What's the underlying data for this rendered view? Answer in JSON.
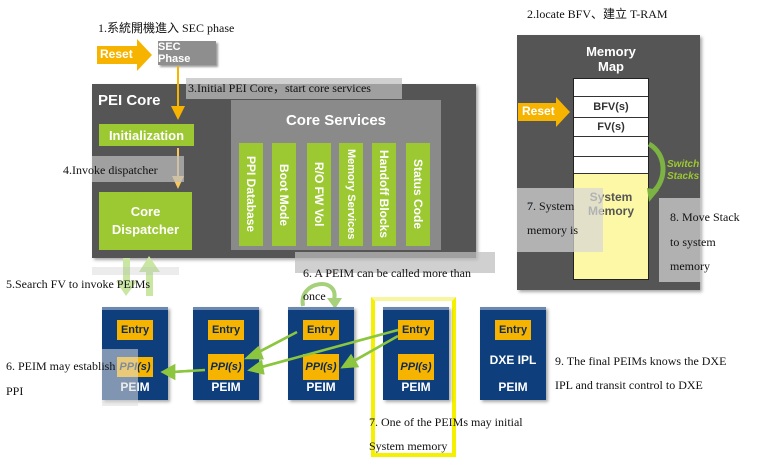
{
  "notes": {
    "n1": "1.系統開機進入 SEC  phase",
    "n2": "2.locate BFV、建立 T-RAM",
    "n3": "3.Initial PEI Core，start core services",
    "n4": "4.Invoke dispatcher",
    "n5": "5.Search FV  to invoke PEIMs",
    "n6a_line1": "6. A PEIM can be called more than",
    "n6a_line2": "once",
    "n6b_line1": "6. PEIM may establish",
    "n6b_line2": "PPI",
    "n7a_line1": "7. System",
    "n7a_line2": "memory is",
    "n7b_line1": "7. One  of the PEIMs may initial",
    "n7b_line2": "System  memory",
    "n8_line1": "8. Move Stack",
    "n8_line2": "to system",
    "n8_line3": "memory",
    "n9_line1": "9. The final PEIMs knows the DXE",
    "n9_line2": "IPL  and transit control to DXE"
  },
  "top": {
    "reset_label": "Reset",
    "sec_phase_label": "SEC Phase"
  },
  "pei_core": {
    "title": "PEI Core",
    "initialization_label": "Initialization",
    "dispatcher_line1": "Core",
    "dispatcher_line2": "Dispatcher",
    "core_services": {
      "title": "Core Services",
      "items": [
        "PPI  Database",
        "Boot  Mode",
        "R/O FW Vol",
        "Memory  Services",
        "Handoff  Blocks",
        "Status  Code"
      ]
    }
  },
  "memory_map": {
    "title_line1": "Memory",
    "title_line2": "Map",
    "reset_label": "Reset",
    "rows": [
      "",
      "BFV(s)",
      "FV(s)",
      "",
      ""
    ],
    "system_memory_line1": "System",
    "system_memory_line2": "Memory",
    "switch_stacks_line1": "Switch",
    "switch_stacks_line2": "Stacks"
  },
  "peims": [
    {
      "entry": "Entry",
      "middle": "PPI(s)",
      "label": "PEIM"
    },
    {
      "entry": "Entry",
      "middle": "PPI(s)",
      "label": "PEIM"
    },
    {
      "entry": "Entry",
      "middle": "PPI(s)",
      "label": "PEIM"
    },
    {
      "entry": "Entry",
      "middle": "PPI(s)",
      "label": "PEIM"
    },
    {
      "entry": "Entry",
      "middle": "DXE IPL",
      "label": "PEIM"
    }
  ],
  "colors": {
    "green": "#9cc832",
    "orange": "#f6b400",
    "peim_blue": "#0e3f7c",
    "dark_gray": "#555555",
    "highlight_yellow": "#f5f000"
  }
}
